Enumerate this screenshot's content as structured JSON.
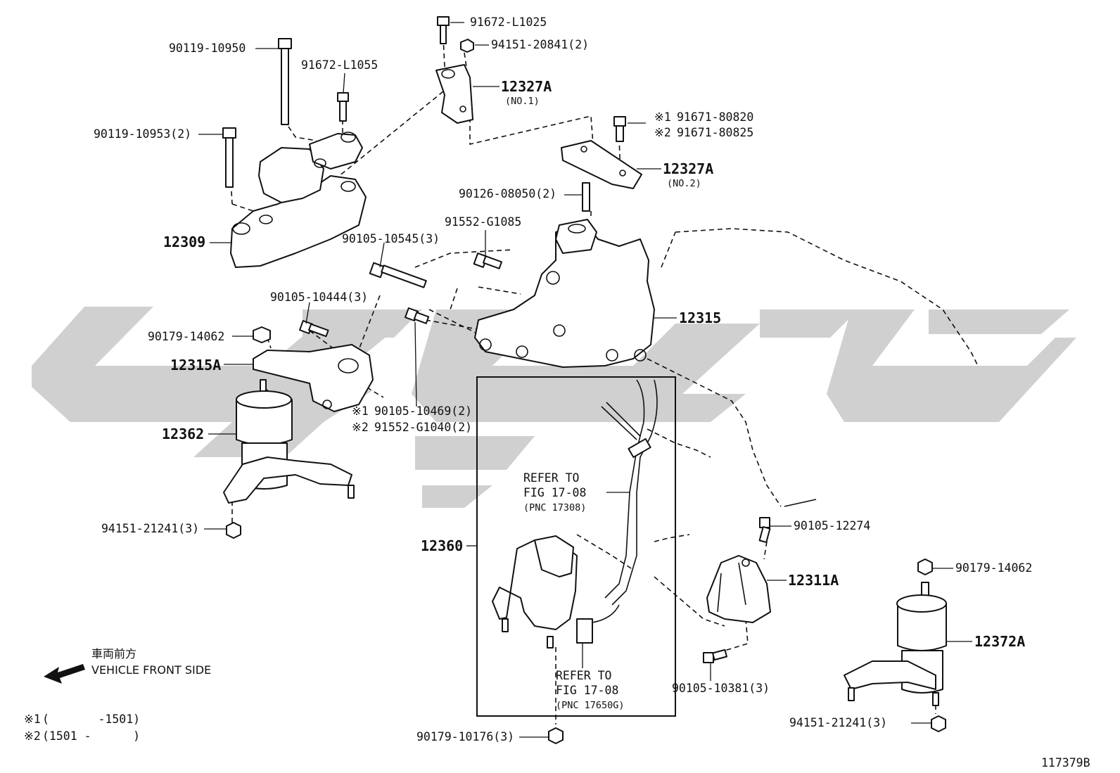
{
  "diagram_id": "117379B",
  "vehicle_front": {
    "jp": "車両前方",
    "en": "VEHICLE FRONT SIDE"
  },
  "notes": [
    {
      "mark": "※1",
      "text": "(       -1501)"
    },
    {
      "mark": "※2",
      "text": "(1501 -      )"
    }
  ],
  "parts": {
    "p91672_L1025": "91672-L1025",
    "p94151_20841": "94151-20841(2)",
    "p90119_10950": "90119-10950",
    "p91672_L1055": "91672-L1055",
    "p12327A_1": "12327A",
    "p12327A_1_sub": "(NO.1)",
    "p90119_10953": "90119-10953(2)",
    "p91671_80820": "91671-80820",
    "p91671_80825": "91671-80825",
    "mark1": "※1",
    "mark2": "※2",
    "p12327A_2": "12327A",
    "p12327A_2_sub": "(NO.2)",
    "p90126_08050": "90126-08050(2)",
    "p91552_G1085": "91552-G1085",
    "p12309": "12309",
    "p90105_10545": "90105-10545(3)",
    "p90105_10444": "90105-10444(3)",
    "p12315": "12315",
    "p90179_14062_a": "90179-14062",
    "p12315A": "12315A",
    "p90105_10469": "90105-10469(2)",
    "p91552_G1040": "91552-G1040(2)",
    "p12362": "12362",
    "p94151_21241_a": "94151-21241(3)",
    "p12360": "12360",
    "p90105_12274": "90105-12274",
    "p12311A": "12311A",
    "p90179_14062_b": "90179-14062",
    "p12372A": "12372A",
    "p90105_10381": "90105-10381(3)",
    "p94151_21241_b": "94151-21241(3)",
    "p90179_10176": "90179-10176(3)"
  },
  "refer_a": {
    "line1": "REFER TO",
    "line2": "FIG 17-08",
    "line3": "(PNC 17308)"
  },
  "refer_b": {
    "line1": "REFER TO",
    "line2": "FIG 17-08",
    "line3": "(PNC 17650G)"
  },
  "colors": {
    "ink": "#111111",
    "watermark": "#c8c8c8",
    "background": "#ffffff"
  }
}
